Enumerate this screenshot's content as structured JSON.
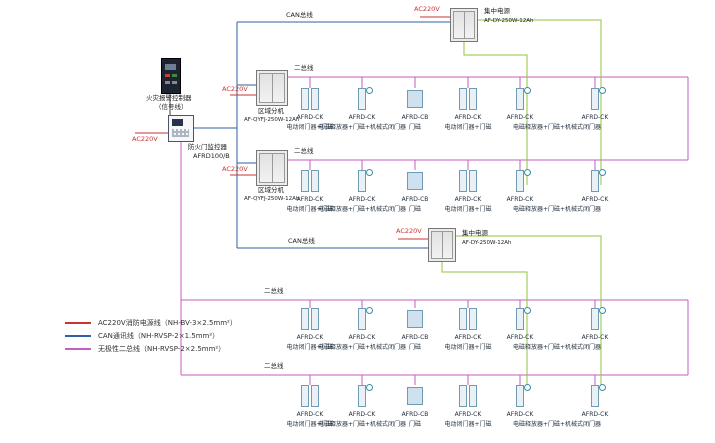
{
  "fire_alarm_controller": {
    "label": "火灾报警控制器",
    "sublabel": "（信号线）"
  },
  "monitor": {
    "power_label": "AC220V",
    "label": "防火门监控器",
    "model": "AFRD100/B"
  },
  "central_power_top": {
    "power_label": "AC220V",
    "label": "集中电源",
    "model": "AF-DY-250W-12Ah"
  },
  "central_power_mid": {
    "power_label": "AC220V",
    "label": "集中电源",
    "model": "AF-DY-250W-12Ah"
  },
  "zone_units": [
    {
      "power_label": "AC220V",
      "label": "区域分机",
      "model": "AF-QYFJ-250W-12Ah"
    },
    {
      "power_label": "AC220V",
      "label": "区域分机",
      "model": "AF-QYFJ-250W-12Ah"
    }
  ],
  "bus_labels": {
    "can_top": "CAN总线",
    "can_mid": "CAN总线",
    "row1": "二总线",
    "row2": "二总线",
    "row3": "二总线",
    "row4": "二总线"
  },
  "legend": {
    "items": [
      {
        "name": "fire-power-line",
        "label": "AC220V消防电源线（NH-BV-3×2.5mm²）",
        "color": "#cc3333"
      },
      {
        "name": "can-line",
        "label": "CAN通讯线（NH-RVSP-2×1.5mm²）",
        "color": "#3060a0"
      },
      {
        "name": "two-bus-line",
        "label": "无极性二总线（NH-RVSP-2×2.5mm²）",
        "color": "#c45ec4"
      }
    ]
  },
  "device_rows": [
    {
      "devices": [
        {
          "label": "AFRD-CK",
          "desc": "电动闭门器+门磁",
          "icon": "double-door"
        },
        {
          "label": "AFRD-CK",
          "desc": "电磁释放器+门磁+机械式闭门器",
          "icon": "release-door"
        },
        {
          "label": "AFRD-CB",
          "desc": "门磁",
          "icon": "magnet-box"
        },
        {
          "label": "AFRD-CK",
          "desc": "电动闭门器+门磁",
          "icon": "double-door"
        },
        {
          "label": "AFRD-CK",
          "desc": "电磁释放器+门磁+机械式闭门器",
          "icon": "release-door"
        },
        {
          "label": "AFRD-CK",
          "desc": "",
          "icon": "release-door"
        }
      ]
    },
    {
      "devices": [
        {
          "label": "AFRD-CK",
          "desc": "电动闭门器+门磁",
          "icon": "double-door"
        },
        {
          "label": "AFRD-CK",
          "desc": "电磁释放器+门磁+机械式闭门器",
          "icon": "release-door"
        },
        {
          "label": "AFRD-CB",
          "desc": "门磁",
          "icon": "magnet-box"
        },
        {
          "label": "AFRD-CK",
          "desc": "电动闭门器+门磁",
          "icon": "double-door"
        },
        {
          "label": "AFRD-CK",
          "desc": "电磁释放器+门磁+机械式闭门器",
          "icon": "release-door"
        },
        {
          "label": "AFRD-CK",
          "desc": "",
          "icon": "release-door"
        }
      ]
    },
    {
      "devices": [
        {
          "label": "AFRD-CK",
          "desc": "电动闭门器+门磁",
          "icon": "double-door"
        },
        {
          "label": "AFRD-CK",
          "desc": "电磁释放器+门磁+机械式闭门器",
          "icon": "release-door"
        },
        {
          "label": "AFRD-CB",
          "desc": "门磁",
          "icon": "magnet-box"
        },
        {
          "label": "AFRD-CK",
          "desc": "电动闭门器+门磁",
          "icon": "double-door"
        },
        {
          "label": "AFRD-CK",
          "desc": "电磁释放器+门磁+机械式闭门器",
          "icon": "release-door"
        },
        {
          "label": "AFRD-CK",
          "desc": "",
          "icon": "release-door"
        }
      ]
    },
    {
      "devices": [
        {
          "label": "AFRD-CK",
          "desc": "电动闭门器+门磁",
          "icon": "double-door"
        },
        {
          "label": "AFRD-CK",
          "desc": "电磁释放器+门磁+机械式闭门器",
          "icon": "release-door"
        },
        {
          "label": "AFRD-CB",
          "desc": "门磁",
          "icon": "magnet-box"
        },
        {
          "label": "AFRD-CK",
          "desc": "电动闭门器+门磁",
          "icon": "double-door"
        },
        {
          "label": "AFRD-CK",
          "desc": "电磁释放器+门磁+机械式闭门器",
          "icon": "release-door"
        },
        {
          "label": "AFRD-CK",
          "desc": "",
          "icon": "release-door"
        }
      ]
    }
  ]
}
